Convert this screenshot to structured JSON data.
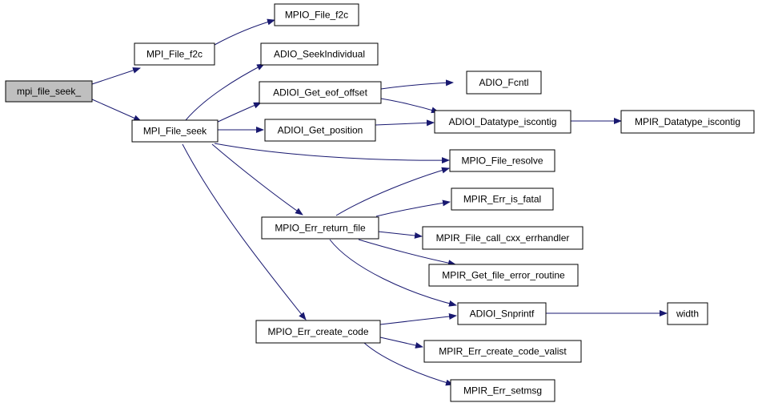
{
  "colors": {
    "edge": "#191970",
    "root_fill": "#bfbfbf",
    "node_fill": "#ffffff",
    "border": "#000000"
  },
  "nodes": {
    "mpi_file_seek_": "mpi_file_seek_",
    "MPI_File_f2c": "MPI_File_f2c",
    "MPIO_File_f2c": "MPIO_File_f2c",
    "MPI_File_seek": "MPI_File_seek",
    "ADIO_SeekIndividual": "ADIO_SeekIndividual",
    "ADIOI_Get_eof_offset": "ADIOI_Get_eof_offset",
    "ADIO_Fcntl": "ADIO_Fcntl",
    "ADIOI_Get_position": "ADIOI_Get_position",
    "ADIOI_Datatype_iscontig": "ADIOI_Datatype_iscontig",
    "MPIR_Datatype_iscontig": "MPIR_Datatype_iscontig",
    "MPIO_File_resolve": "MPIO_File_resolve",
    "MPIR_Err_is_fatal": "MPIR_Err_is_fatal",
    "MPIO_Err_return_file": "MPIO_Err_return_file",
    "MPIR_File_call_cxx_errhandler": "MPIR_File_call_cxx_errhandler",
    "MPIR_Get_file_error_routine": "MPIR_Get_file_error_routine",
    "ADIOI_Snprintf": "ADIOI_Snprintf",
    "width": "width",
    "MPIO_Err_create_code": "MPIO_Err_create_code",
    "MPIR_Err_create_code_valist": "MPIR_Err_create_code_valist",
    "MPIR_Err_setmsg": "MPIR_Err_setmsg"
  }
}
